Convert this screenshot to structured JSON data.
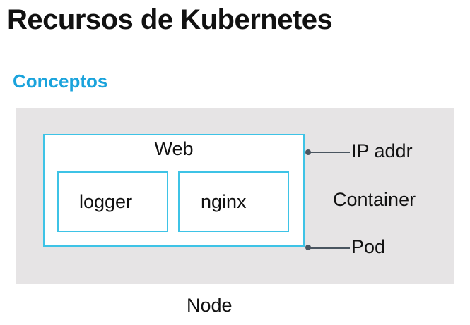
{
  "slide": {
    "title": "Recursos de Kubernetes",
    "subtitle": "Conceptos",
    "accent_color": "#1aa3dc",
    "border_color": "#3ec3e6",
    "node_bg_color": "#e6e4e5"
  },
  "diagram": {
    "pod_name": "Web",
    "containers": [
      "logger",
      "nginx"
    ],
    "labels": {
      "ip": "IP addr",
      "container": "Container",
      "pod": "Pod",
      "node": "Node"
    }
  }
}
